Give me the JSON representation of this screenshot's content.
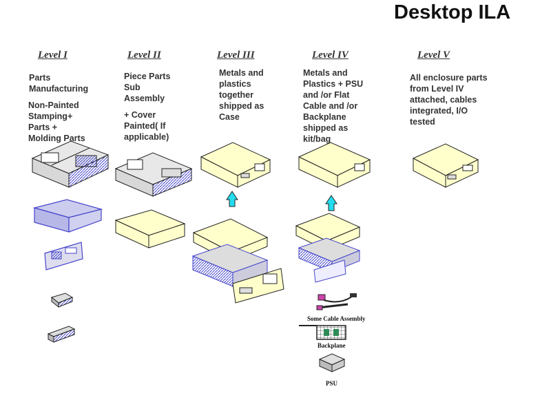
{
  "title": "Desktop ILA",
  "levels": [
    {
      "label": "Level  I",
      "desc": "Parts\nManufacturing",
      "desc2": "Non-Painted\nStamping+\nParts +\nMolding  Parts"
    },
    {
      "label": "Level  II",
      "desc": "Piece Parts\nSub\nAssembly",
      "desc2": " + Cover\nPainted( If\napplicable)"
    },
    {
      "label": "Level III",
      "desc": "Metals and\nplastics\ntogether\nshipped as\nCase"
    },
    {
      "label": "Level  IV",
      "desc": "Metals and\nPlastics  + PSU\nand /or   Flat\nCable and /or\nBackplane\nshipped as\nkit/bag"
    },
    {
      "label": "Level  V",
      "desc": "All enclosure parts\nfrom Level IV\nattached, cables\nintegrated, I/O\ntested"
    }
  ],
  "captions": {
    "cable": "Some Cable Assembly",
    "backplane": "Backplane",
    "psu": "PSU"
  },
  "colors": {
    "cover": "#FFFFCC",
    "metal": "#4444CC",
    "arrow": "#22DDEE",
    "outline": "#222222"
  }
}
